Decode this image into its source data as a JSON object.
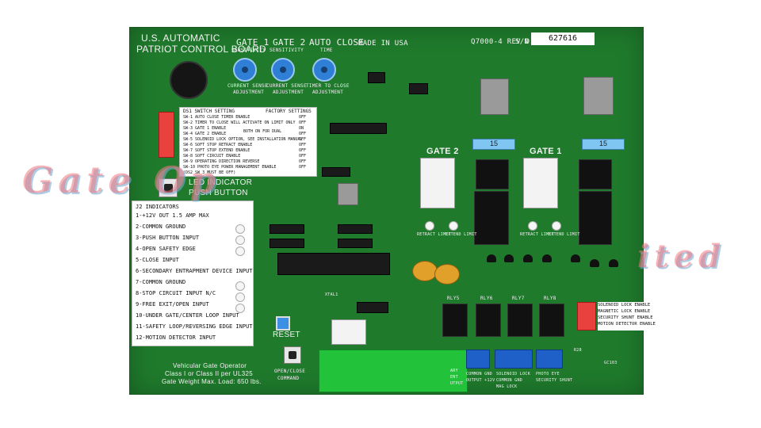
{
  "photo": {
    "subject": "Patriot control board circuit board",
    "colors": {
      "pcb": "#1f7a2c",
      "silkscreen": "#f2f2f2",
      "background": "#ffffff",
      "dial": "#2f7fd6",
      "terminal_green": "#22c33a",
      "terminal_blue": "#1f5fc8",
      "watermark": "#f07882"
    }
  },
  "watermark": {
    "left": "Gate Op",
    "right": "ited"
  },
  "board": {
    "header_line1": "U.S. AUTOMATIC",
    "header_line2": "PATRIOT CONTROL BOARD",
    "made_in": "MADE IN USA",
    "part": "Q7000-4 REV D",
    "sn_label": "S/N",
    "serial": "627616",
    "gate1_dial": {
      "title": "GATE 1",
      "sub": "SENSITIVITY",
      "caption1": "CURRENT SENSE",
      "caption2": "ADJUSTMENT"
    },
    "gate2_dial": {
      "title": "GATE 2",
      "sub": "SENSITIVITY",
      "caption1": "CURRENT SENSE",
      "caption2": "ADJUSTMENT"
    },
    "auto_close_dial": {
      "title": "AUTO CLOSE",
      "sub": "TIME",
      "caption1": "TIMER TO CLOSE",
      "caption2": "ADJUSTMENT"
    },
    "switch_table": {
      "title": "DS1 SWITCH SETTING",
      "factory": "FACTORY SETTINGS",
      "rows": [
        "SW-1  AUTO CLOSE TIMER ENABLE",
        "SW-2  TIMER TO CLOSE WILL ACTIVATE ON LIMIT ONLY",
        "SW-3  GATE 1 ENABLE",
        "SW-4  GATE 2 ENABLE",
        "SW-5  SOLENOID LOCK OPTION, SEE INSTALLATION MANUAL",
        "SW-6  SOFT STOP RETRACT ENABLE",
        "SW-7  SOFT STOP EXTEND ENABLE",
        "SW-8  SOFT CIRCUIT ENABLE",
        "SW-9  OPERATING DIRECTION REVERSE",
        "SW-10 PHOTO EYE POWER MANAGEMENT ENABLE",
        "(DS2 SW 3 MUST BE OFF)"
      ],
      "values": [
        "OFF",
        "OFF",
        "ON",
        "OFF",
        "OFF",
        "OFF",
        "OFF",
        "OFF",
        "OFF",
        "OFF"
      ],
      "both_on": "BOTH ON FOR DUAL"
    },
    "led_indicator": "LED INDICATOR",
    "push_button": "PUSH BUTTON",
    "j2": {
      "title": "J2 INDICATORS",
      "rows": [
        "1-+12V OUT 1.5 AMP MAX",
        "2-COMMON GROUND",
        "3-PUSH BUTTON INPUT",
        "4-OPEN SAFETY EDGE",
        "5-CLOSE INPUT",
        "6-SECONDARY ENTRAPMENT DEVICE INPUT",
        "7-COMMON GROUND",
        "8-STOP CIRCUIT INPUT N/C",
        "9-FREE EXIT/OPEN INPUT",
        "10-UNDER GATE/CENTER LOOP INPUT",
        "11-SAFETY LOOP/REVERSING EDGE INPUT",
        "12-MOTION DETECTOR INPUT"
      ]
    },
    "gate2_label": "GATE 2",
    "gate1_label": "GATE 1",
    "fuse1": "15",
    "fuse2": "15",
    "retract_limit": "RETRACT LIMIT",
    "extend_limit": "EXTEND LIMIT",
    "reset": "RESET",
    "open_close": "OPEN/CLOSE",
    "command": "COMMAND",
    "footer": [
      "Vehicular Gate Operator",
      "Class I or Class II per UL325",
      "Gate Weight Max. Load: 650 lbs."
    ],
    "ds2_rows": [
      "SOLENOID LOCK ENABLE",
      "MAGNETIC LOCK ENABLE",
      "SECURITY SHUNT ENABLE",
      "MOTION DETECTOR ENABLE"
    ],
    "terminal_labels": [
      "COMMON GND",
      "OUTPUT +12V",
      "SOLENOID LOCK",
      "COMMON GND",
      "MAG LOCK",
      "PHOTO EYE",
      "SECURITY SHUNT"
    ],
    "ary_labels": [
      "ARY",
      "ENT",
      "UTPUT"
    ],
    "refs": {
      "rly5": "RLY5",
      "rly6": "RLY6",
      "rly7": "RLY7",
      "rly8": "RLY8",
      "xtal": "XTAL1",
      "r28": "R28",
      "gc": "GC103"
    }
  }
}
